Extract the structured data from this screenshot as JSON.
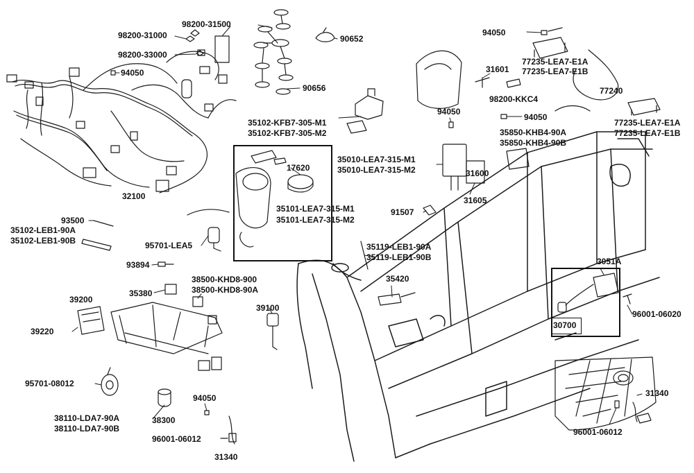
{
  "diagram": {
    "colors": {
      "line": "#1a1a1a",
      "text": "#111111",
      "background": "#ffffff"
    },
    "parts": [
      {
        "id": "p1",
        "label": "98200-31500"
      },
      {
        "id": "p2",
        "label": "98200-31000"
      },
      {
        "id": "p3",
        "label": "98200-33000"
      },
      {
        "id": "p4",
        "label": "90652"
      },
      {
        "id": "p5",
        "label": "94050"
      },
      {
        "id": "p6",
        "label": "94050"
      },
      {
        "id": "p7",
        "label": "77235-LEA7-E1A"
      },
      {
        "id": "p8",
        "label": "77235-LEA7-E1B"
      },
      {
        "id": "p9",
        "label": "31601"
      },
      {
        "id": "p10",
        "label": "90656"
      },
      {
        "id": "p11",
        "label": "98200-KKC4"
      },
      {
        "id": "p12",
        "label": "77240"
      },
      {
        "id": "p13",
        "label": "35102-KFB7-305-M1"
      },
      {
        "id": "p14",
        "label": "35102-KFB7-305-M2"
      },
      {
        "id": "p15",
        "label": "94050"
      },
      {
        "id": "p16",
        "label": "94050"
      },
      {
        "id": "p17",
        "label": "77235-LEA7-E1A"
      },
      {
        "id": "p18",
        "label": "77235-LEA7-E1B"
      },
      {
        "id": "p19",
        "label": "35850-KHB4-90A"
      },
      {
        "id": "p20",
        "label": "35850-KHB4-90B"
      },
      {
        "id": "p21",
        "label": "35010-LEA7-315-M1"
      },
      {
        "id": "p22",
        "label": "35010-LEA7-315-M2"
      },
      {
        "id": "p23",
        "label": "17620"
      },
      {
        "id": "p24",
        "label": "31600"
      },
      {
        "id": "p25",
        "label": "32100"
      },
      {
        "id": "p26",
        "label": "31605"
      },
      {
        "id": "p27",
        "label": "35101-LEA7-315-M1"
      },
      {
        "id": "p28",
        "label": "35101-LEA7-315-M2"
      },
      {
        "id": "p29",
        "label": "93500"
      },
      {
        "id": "p30",
        "label": "35102-LEB1-90A"
      },
      {
        "id": "p31",
        "label": "35102-LEB1-90B"
      },
      {
        "id": "p32",
        "label": "91507"
      },
      {
        "id": "p33",
        "label": "95701-LEA5"
      },
      {
        "id": "p34",
        "label": "35119-LEB1-90A"
      },
      {
        "id": "p35",
        "label": "35119-LEB1-90B"
      },
      {
        "id": "p36",
        "label": "93894"
      },
      {
        "id": "p37",
        "label": "3051A"
      },
      {
        "id": "p38",
        "label": "38500-KHD8-900"
      },
      {
        "id": "p39",
        "label": "38500-KHD8-90A"
      },
      {
        "id": "p40",
        "label": "35420"
      },
      {
        "id": "p41",
        "label": "35380"
      },
      {
        "id": "p42",
        "label": "39200"
      },
      {
        "id": "p43",
        "label": "39100"
      },
      {
        "id": "p44",
        "label": "96001-06020"
      },
      {
        "id": "p45",
        "label": "39220"
      },
      {
        "id": "p46",
        "label": "30700"
      },
      {
        "id": "p47",
        "label": "95701-08012"
      },
      {
        "id": "p48",
        "label": "31340"
      },
      {
        "id": "p49",
        "label": "94050"
      },
      {
        "id": "p50",
        "label": "38110-LDA7-90A"
      },
      {
        "id": "p51",
        "label": "38110-LDA7-90B"
      },
      {
        "id": "p52",
        "label": "38300"
      },
      {
        "id": "p53",
        "label": "96001-06012"
      },
      {
        "id": "p54",
        "label": "96001-06012"
      },
      {
        "id": "p55",
        "label": "31340"
      }
    ]
  }
}
